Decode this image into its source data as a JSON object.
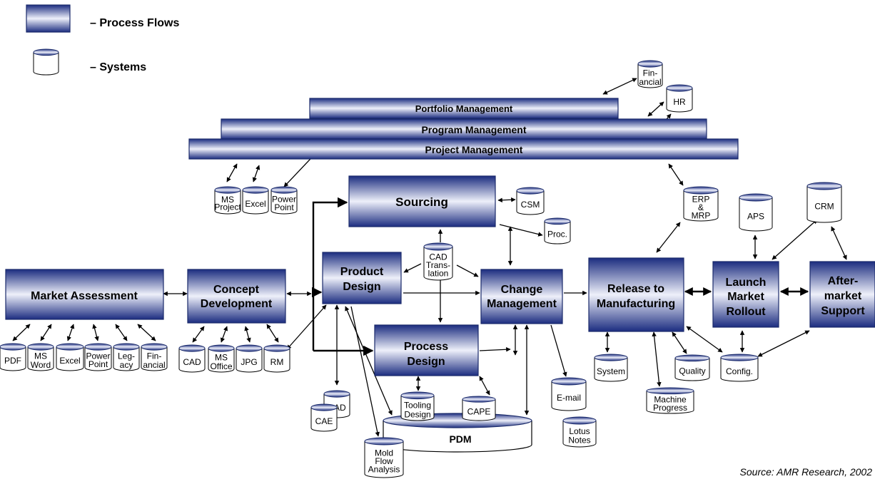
{
  "legend": {
    "process_flows": "– Process Flows",
    "systems": "– Systems"
  },
  "processes": {
    "portfolio_management": "Portfolio Management",
    "program_management": "Program Management",
    "project_management": "Project Management",
    "sourcing": "Sourcing",
    "product_design": [
      "Product",
      "Design"
    ],
    "market_assessment": "Market Assessment",
    "concept_development": [
      "Concept",
      "Development"
    ],
    "change_management": [
      "Change",
      "Management"
    ],
    "release_to_manufacturing": [
      "Release to",
      "Manufacturing"
    ],
    "launch_market_rollout": [
      "Launch",
      "Market",
      "Rollout"
    ],
    "aftermarket_support": [
      "After-",
      "market",
      "Support"
    ],
    "process_design": [
      "Process",
      "Design"
    ],
    "pdm": "PDM"
  },
  "systems": {
    "financial_top": [
      "Fin-",
      "ancial"
    ],
    "hr": "HR",
    "erp_mrp": [
      "ERP",
      "&",
      "MRP"
    ],
    "aps": "APS",
    "crm": "CRM",
    "ms_project": [
      "MS",
      "Project"
    ],
    "excel_top": "Excel",
    "powerpoint_top": [
      "Power",
      "Point"
    ],
    "csm": "CSM",
    "proc": "Proc.",
    "cad_translation": [
      "CAD",
      "Trans-",
      "lation"
    ],
    "pdf": "PDF",
    "ms_word": [
      "MS",
      "Word"
    ],
    "excel_left": "Excel",
    "powerpoint_left": [
      "Power",
      "Point"
    ],
    "legacy": [
      "Leg-",
      "acy"
    ],
    "financial_left": [
      "Fin-",
      "ancial"
    ],
    "cad_cd": "CAD",
    "ms_office": [
      "MS",
      "Office"
    ],
    "jpg": "JPG",
    "rm": "RM",
    "cad_bottom": "CAD",
    "cae": "CAE",
    "tooling_design": [
      "Tooling",
      "Design"
    ],
    "cape": "CAPE",
    "mold_flow": [
      "Mold",
      "Flow",
      "Analysis"
    ],
    "email": "E-mail",
    "lotus_notes": [
      "Lotus",
      "Notes"
    ],
    "system": "System",
    "machine_progress": [
      "Machine",
      "Progress"
    ],
    "quality": "Quality",
    "config": "Config."
  },
  "source": "Source: AMR Research, 2002"
}
